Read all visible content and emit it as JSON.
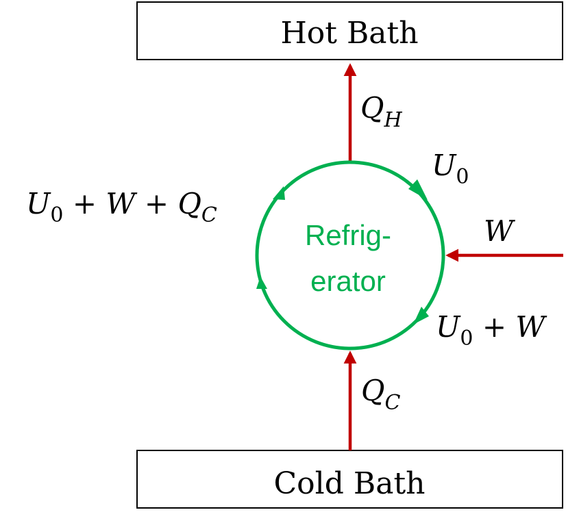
{
  "colors": {
    "arrow": "#c00000",
    "cycle": "#00b050",
    "box_border": "#000000",
    "text": "#000000"
  },
  "hot_bath": {
    "label": "Hot Bath"
  },
  "cold_bath": {
    "label": "Cold Bath"
  },
  "refrigerator": {
    "line1": "Refrig-",
    "line2": "erator"
  },
  "labels": {
    "q_h": {
      "main": "Q",
      "sub": "H"
    },
    "q_c": {
      "main": "Q",
      "sub": "C"
    },
    "w_in": {
      "main": "W"
    },
    "u0": {
      "main": "U",
      "sub": "0"
    },
    "u0_plus_w": {
      "main": "U",
      "sub": "0",
      "rest": " + W"
    },
    "u0_plus_w_plus_qc": {
      "main": "U",
      "sub": "0",
      "mid": " + W + ",
      "q": "Q",
      "qsub": "C"
    }
  }
}
